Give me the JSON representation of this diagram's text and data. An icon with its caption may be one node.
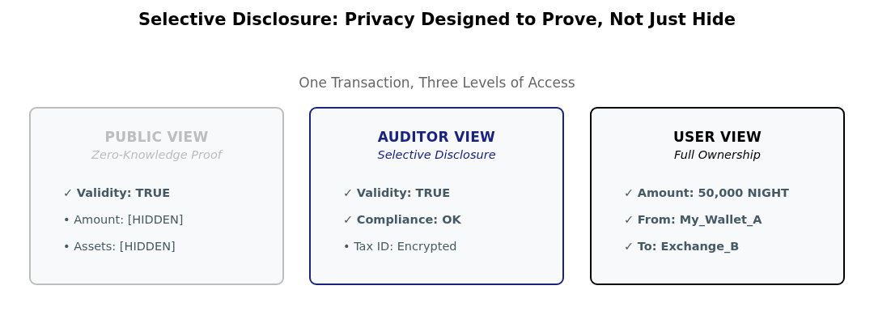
{
  "diagram": {
    "title": "Selective Disclosure: Privacy Designed to Prove, Not Just Hide",
    "nodes": [
      {
        "text": [
          "PUBLIC VIEW",
          "Zero-Knowledge Proof",
          "✓ **Validity: TRUE**",
          "• Amount: [HIDDEN]",
          "• Assets: [HIDDEN]"
        ]
      },
      {
        "text": [
          "AUDITOR VIEW",
          "Selective Disclosure",
          "✓ **Validity: TRUE**",
          "✓ **Compliance: OK**",
          "• Tax ID: Encrypted"
        ]
      },
      {
        "text": [
          "USER VIEW",
          "Full Ownership",
          "✓ **Amount: 50,000 NIGHT**",
          "✓ **From: My_Wallet_A**",
          "✓ **To: Exchange_B**"
        ]
      }
    ],
    "labels": [
      "One Transaction, Three Levels of Access"
    ]
  }
}
